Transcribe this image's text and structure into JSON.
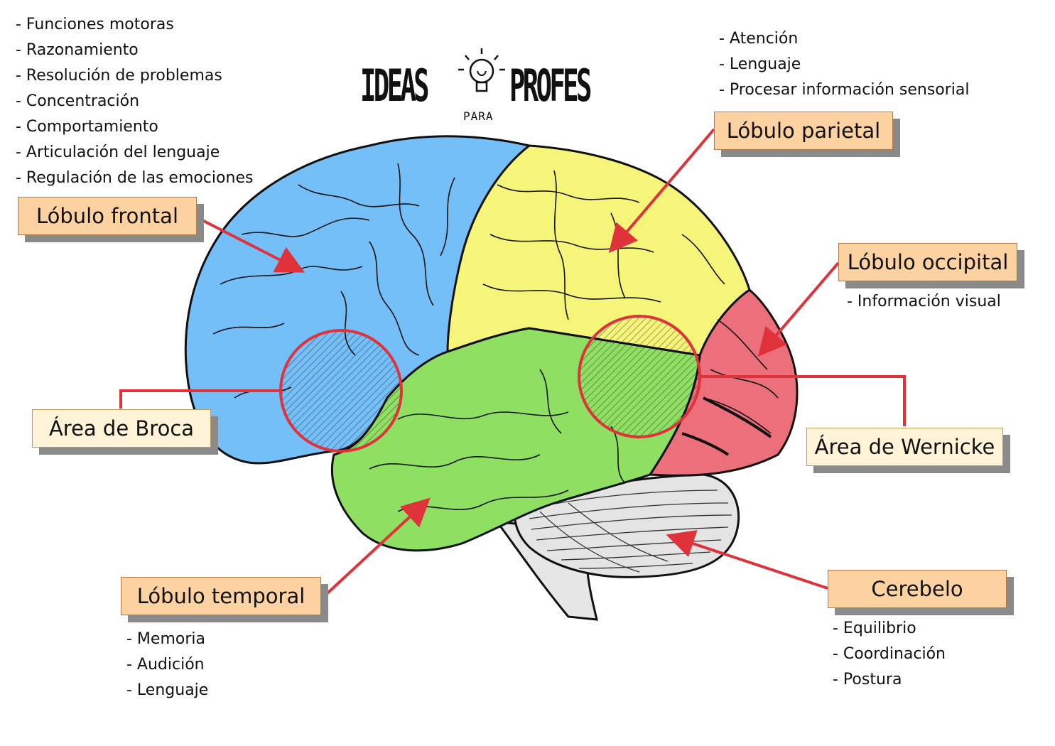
{
  "logo": {
    "word1": "IDEAS",
    "word2": "PARA",
    "word3": "PROFES",
    "logo_icon": "lightbulb-icon"
  },
  "lists": {
    "frontal": [
      "- Funciones motoras",
      "- Razonamiento",
      "- Resolución de problemas",
      "- Concentración",
      "- Comportamiento",
      "- Articulación del lenguaje",
      "- Regulación de las emociones"
    ],
    "parietal": [
      "- Atención",
      "- Lenguaje",
      "- Procesar información sensorial"
    ],
    "occipital": [
      "- Información visual"
    ],
    "temporal": [
      "- Memoria",
      "- Audición",
      "- Lenguaje"
    ],
    "cerebelo": [
      "- Equilibrio",
      "- Coordinación",
      "- Postura"
    ]
  },
  "labels": {
    "frontal": "Lóbulo frontal",
    "parietal": "Lóbulo parietal",
    "occipital": "Lóbulo occipital",
    "temporal": "Lóbulo temporal",
    "cerebelo": "Cerebelo",
    "broca": "Área de Broca",
    "wernicke": "Área de Wernicke"
  },
  "colors": {
    "frontal": "#74bff7",
    "parietal": "#f5f57a",
    "temporal": "#8fe062",
    "occipital": "#ec707c",
    "cerebelo": "#e4e4e4",
    "arrow": "#e0323a",
    "label_bg": "#fcd2a0",
    "area_bg": "#fff4d8"
  }
}
